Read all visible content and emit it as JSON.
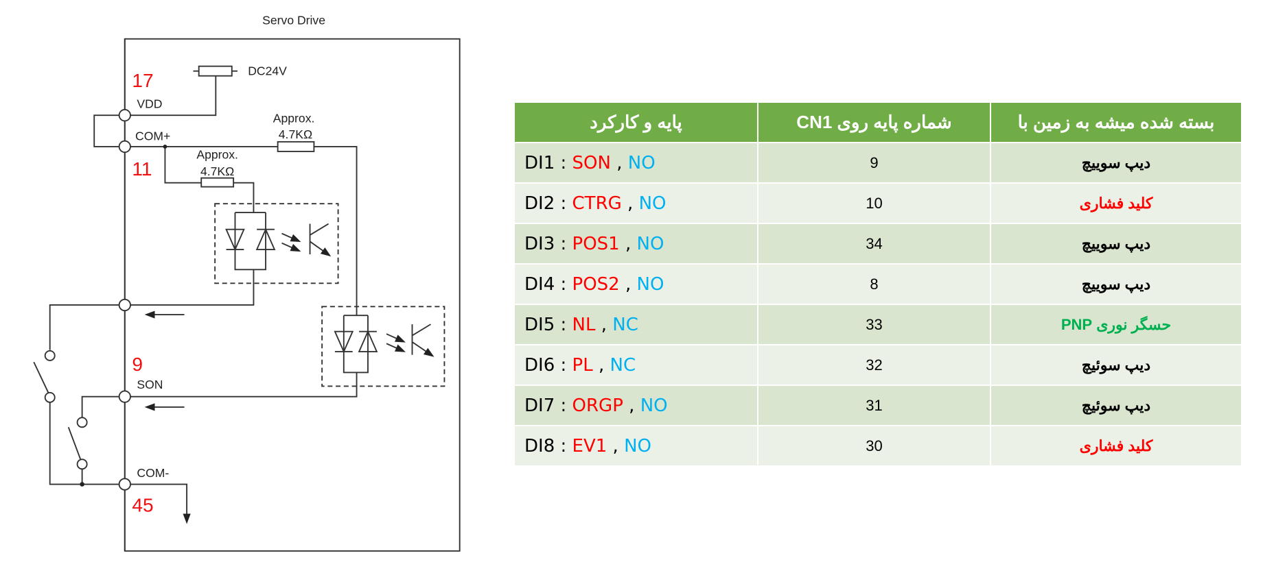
{
  "diagram": {
    "title": "Servo Drive",
    "supply": "DC24V",
    "labels": {
      "vdd": "VDD",
      "com_plus": "COM+",
      "son": "SON",
      "com_minus": "COM-"
    },
    "pins": {
      "vdd": "17",
      "com_plus": "11",
      "son": "9",
      "com_minus": "45"
    },
    "resistor_1": {
      "line1": "Approx.",
      "line2": "4.7KΩ"
    },
    "resistor_2": {
      "line1": "Approx.",
      "line2": "4.7KΩ"
    },
    "colors": {
      "pin": "#ee1111",
      "line": "#222222"
    }
  },
  "table": {
    "headers": [
      "پایه و کارکرد",
      "شماره پایه روی CN1",
      "بسته شده میشه به زمین با"
    ],
    "rows": [
      {
        "di": "DI1 : ",
        "signal": "SON",
        "sep": " , ",
        "contact": "NO",
        "pin": "9",
        "device": "دیپ سوییچ",
        "device_color": "#000000"
      },
      {
        "di": "DI2 : ",
        "signal": "CTRG",
        "sep": " , ",
        "contact": "NO",
        "pin": "10",
        "device": "کلید فشاری",
        "device_color": "#ff0000"
      },
      {
        "di": "DI3 : ",
        "signal": "POS1",
        "sep": " , ",
        "contact": "NO",
        "pin": "34",
        "device": "دیپ سوییچ",
        "device_color": "#000000"
      },
      {
        "di": "DI4 : ",
        "signal": "POS2",
        "sep": " , ",
        "contact": "NO",
        "pin": "8",
        "device": "دیپ سوییچ",
        "device_color": "#000000"
      },
      {
        "di": "DI5 : ",
        "signal": "NL",
        "sep": " , ",
        "contact": "NC",
        "pin": "33",
        "device": "حسگر نوری PNP",
        "device_color": "#00b050"
      },
      {
        "di": "DI6 : ",
        "signal": "PL",
        "sep": " , ",
        "contact": "NC",
        "pin": "32",
        "device": "دیپ سوئیچ",
        "device_color": "#000000"
      },
      {
        "di": "DI7 : ",
        "signal": "ORGP",
        "sep": " , ",
        "contact": "NO",
        "pin": "31",
        "device": "دیپ سوئیچ",
        "device_color": "#000000"
      },
      {
        "di": "DI8 : ",
        "signal": "EV1",
        "sep": " , ",
        "contact": "NO",
        "pin": "30",
        "device": "کلید فشاری",
        "device_color": "#ff0000"
      }
    ],
    "colors": {
      "header": "#70ad47",
      "row_odd": "#d9e5cf",
      "row_even": "#ebf1e6",
      "signal": "#ff0000",
      "contact": "#00b0f0"
    }
  }
}
